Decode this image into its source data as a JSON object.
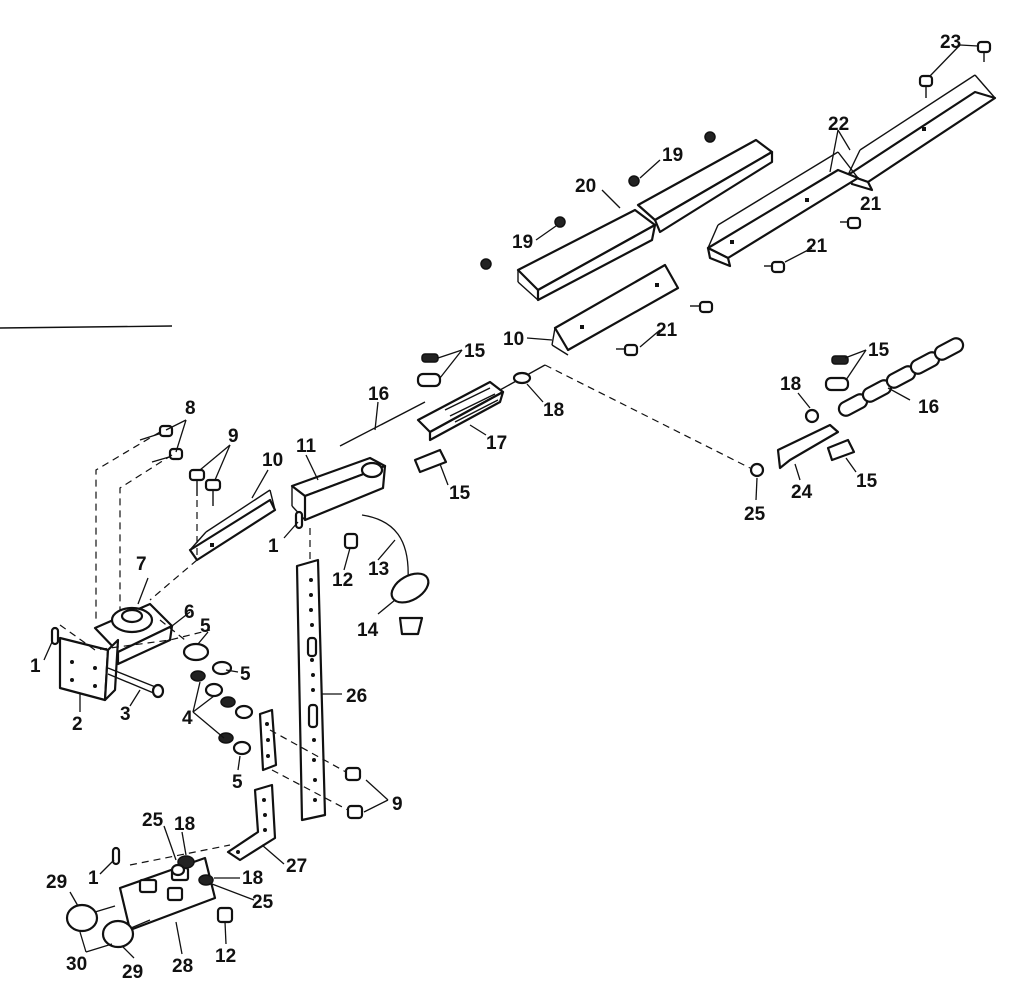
{
  "callouts": {
    "c1a": "1",
    "c1b": "1",
    "c1c": "1",
    "c2": "2",
    "c3": "3",
    "c4": "4",
    "c5a": "5",
    "c5b": "5",
    "c5c": "5",
    "c6": "6",
    "c7": "7",
    "c8": "8",
    "c9a": "9",
    "c9b": "9",
    "c10a": "10",
    "c10b": "10",
    "c11": "11",
    "c12a": "12",
    "c12b": "12",
    "c13": "13",
    "c14": "14",
    "c15a": "15",
    "c15b": "15",
    "c15c": "15",
    "c15d": "15",
    "c16a": "16",
    "c16b": "16",
    "c17": "17",
    "c18a": "18",
    "c18b": "18",
    "c18c": "18",
    "c18d": "18",
    "c19a": "19",
    "c19b": "19",
    "c20": "20",
    "c21a": "21",
    "c21b": "21",
    "c21c": "21",
    "c22": "22",
    "c23": "23",
    "c24": "24",
    "c25a": "25",
    "c25b": "25",
    "c25c": "25",
    "c26": "26",
    "c27": "27",
    "c28": "28",
    "c29a": "29",
    "c29b": "29",
    "c30": "30"
  }
}
